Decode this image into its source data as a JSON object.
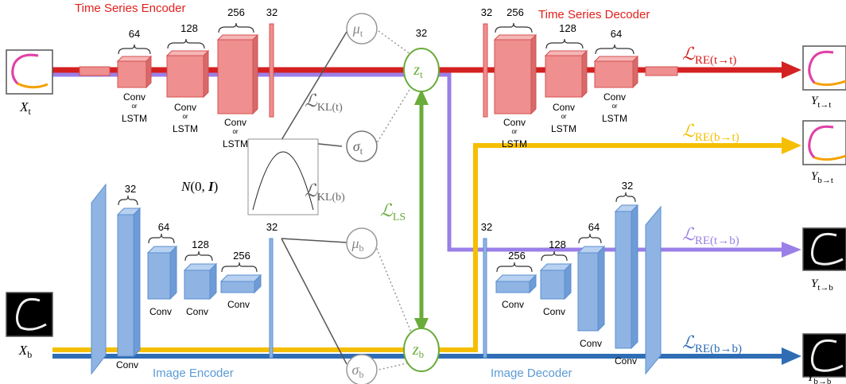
{
  "colors": {
    "red": "#d42020",
    "purple": "#9b7fe8",
    "yellow": "#f5bf00",
    "blue": "#2e6db4",
    "green": "#6aac3a",
    "gray": "#9a9a9a",
    "ts_block": "#ef8f8f",
    "img_block": "#8fb4e3",
    "enc_title_red": "#e0201c",
    "enc_title_blue": "#5b9bd5"
  },
  "titles": {
    "ts_encoder": "Time Series Encoder",
    "ts_decoder": "Time Series Decoder",
    "img_encoder": "Image Encoder",
    "img_decoder": "Image Decoder"
  },
  "ts_encoder_dims": [
    "64",
    "128",
    "256",
    "32"
  ],
  "ts_decoder_dims": [
    "32",
    "256",
    "128",
    "64"
  ],
  "img_encoder_dims": [
    "32",
    "64",
    "128",
    "256",
    "32"
  ],
  "img_decoder_dims": [
    "32",
    "256",
    "128",
    "64",
    "32"
  ],
  "z_t_dim": "32",
  "layer_labels": {
    "conv": "Conv",
    "or": "or",
    "lstm": "LSTM"
  },
  "latent": {
    "mu_t": "μ",
    "mu_t_sub": "t",
    "sigma_t": "σ",
    "sigma_t_sub": "t",
    "mu_b": "μ",
    "mu_b_sub": "b",
    "sigma_b": "σ",
    "sigma_b_sub": "b",
    "z_t": "z",
    "z_t_sub": "t",
    "z_b": "z",
    "z_b_sub": "b"
  },
  "losses": {
    "kl_t": "KL(t)",
    "kl_b": "KL(b)",
    "ls": "LS",
    "re_tt": "RE(t→t)",
    "re_bt": "RE(b→t)",
    "re_tb": "RE(t→b)",
    "re_bb": "RE(b→b)",
    "script_L": "ℒ"
  },
  "prior": {
    "label": "N(0, I)",
    "label_prefix": "N",
    "label_args": "(0, ",
    "label_I": "I",
    "label_close": ")"
  },
  "io": {
    "x_t": "X",
    "x_t_sub": "t",
    "x_b": "X",
    "x_b_sub": "b",
    "y_tt": "Y",
    "y_tt_sub": "t→t",
    "y_bt": "Y",
    "y_bt_sub": "b→t",
    "y_tb": "Y",
    "y_tb_sub": "t→b",
    "y_bb": "Y",
    "y_bb_sub": "b→b"
  }
}
